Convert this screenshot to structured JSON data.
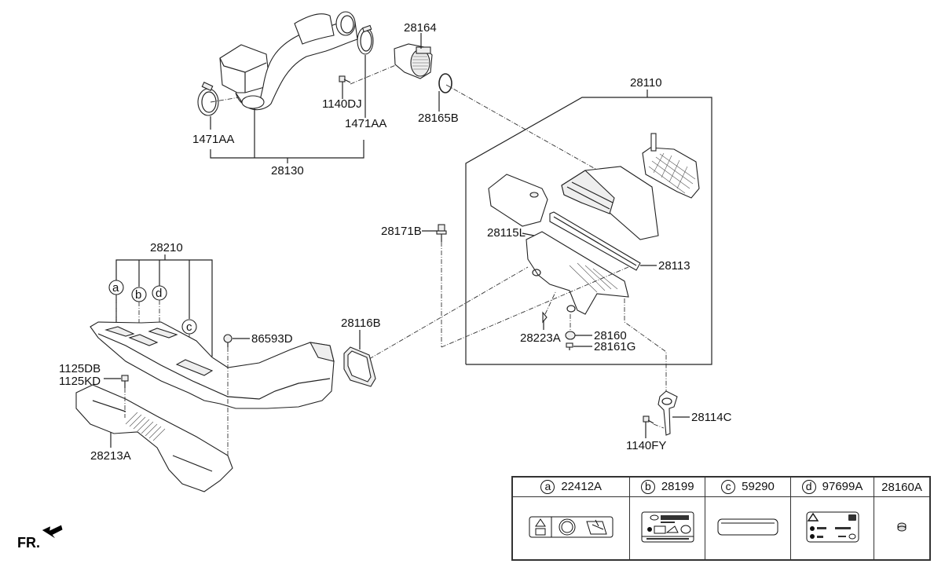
{
  "diagram": {
    "callouts": {
      "c28164": "28164",
      "c1140DJ": "1140DJ",
      "c1471AA_left": "1471AA",
      "c1471AA_right": "1471AA",
      "c28165B": "28165B",
      "c28130": "28130",
      "c28110": "28110",
      "c28115L": "28115L",
      "c28113": "28113",
      "c28223A": "28223A",
      "c28160": "28160",
      "c28161G": "28161G",
      "c28171B": "28171B",
      "c28116B": "28116B",
      "c28210": "28210",
      "c86593D": "86593D",
      "c1125DB": "1125DB",
      "c1125KD": "1125KD",
      "c28213A": "28213A",
      "c28114C": "28114C",
      "c1140FY": "1140FY"
    },
    "letters": {
      "a": "a",
      "b": "b",
      "c": "c",
      "d": "d"
    },
    "direction": "FR."
  },
  "legend": {
    "columns": [
      {
        "letter": "a",
        "part": "22412A",
        "image": "warning-label-icon"
      },
      {
        "letter": "b",
        "part": "28199",
        "image": "hyundai-emission-label-icon"
      },
      {
        "letter": "c",
        "part": "59290",
        "image": "blank-label-icon"
      },
      {
        "letter": "d",
        "part": "97699A",
        "image": "refrigerant-label-icon"
      },
      {
        "letter": "",
        "part": "28160A",
        "image": "grommet-icon"
      }
    ]
  }
}
